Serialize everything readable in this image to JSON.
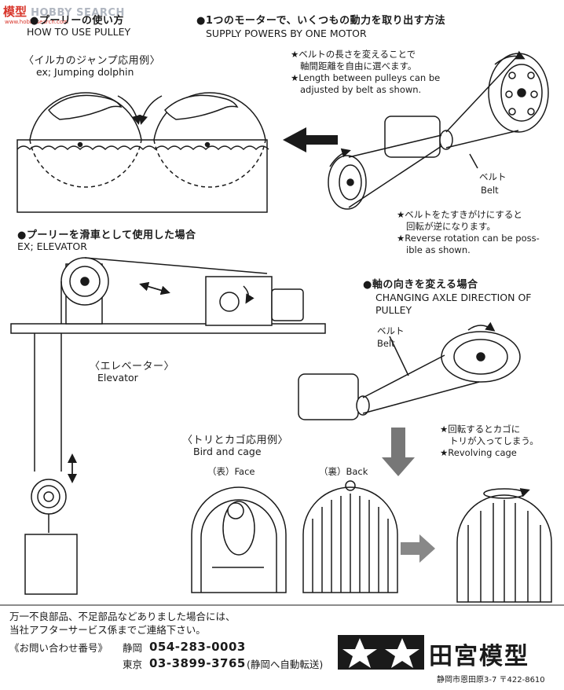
{
  "watermark": {
    "brand_red": "模型",
    "brand_grey": "HOBBY SEARCH",
    "url": "www.hobbysearch.com"
  },
  "sections": {
    "how_to_use": {
      "title_jp": "●プーリーの使い方",
      "title_en": "HOW TO USE PULLEY"
    },
    "dolphin": {
      "caption_jp": "〈イルカのジャンプ応用例〉",
      "caption_en": "ex; Jumping dolphin"
    },
    "supply": {
      "title_jp": "●1つのモーターで、いくつもの動力を取り出す方法",
      "title_en": "SUPPLY POWERS BY ONE MOTOR",
      "note1": [
        "★ベルトの長さを変えることで",
        "軸間距離を自由に選べます。",
        "★Length between pulleys can be",
        "adjusted by belt as shown."
      ],
      "belt_jp": "ベルト",
      "belt_en": "Belt",
      "note2": [
        "★ベルトをたすきがけにすると",
        "回転が逆になります。",
        "★Reverse rotation can be poss-",
        "ible as shown."
      ]
    },
    "elevator": {
      "title_jp": "●プーリーを滑車として使用した場合",
      "title_en": "EX; ELEVATOR",
      "caption_jp": "〈エレベーター〉",
      "caption_en": "Elevator"
    },
    "axle": {
      "title_jp": "●軸の向きを変える場合",
      "title_en_1": "CHANGING AXLE DIRECTION OF",
      "title_en_2": "PULLEY",
      "belt_jp": "ベルト",
      "belt_en": "Belt"
    },
    "bird": {
      "caption_jp": "〈トリとカゴ応用例〉",
      "caption_en": "Bird and cage",
      "front": "（表）Face",
      "back": "（裏）Back",
      "note": [
        "★回転するとカゴに",
        "トリが入ってしまう。",
        "★Revolving cage"
      ]
    }
  },
  "footer": {
    "line1": "万一不良部品、不足部品などありました場合には、",
    "line2": "当社アフターサービス係までご連絡下さい。",
    "inquiry": "《お問い合わせ番号》",
    "city1": "静岡",
    "phone1": "054-283-0003",
    "city2": "東京",
    "phone2": "03-3899-3765",
    "phone2_note": "(静岡へ自動転送)",
    "logo_text": "田宮模型",
    "address": "静岡市恩田原3-7 〒422-8610"
  },
  "colors": {
    "ink": "#1a1a1a",
    "watermark_red": "#d8352a",
    "watermark_grey": "#b0b6c0"
  }
}
